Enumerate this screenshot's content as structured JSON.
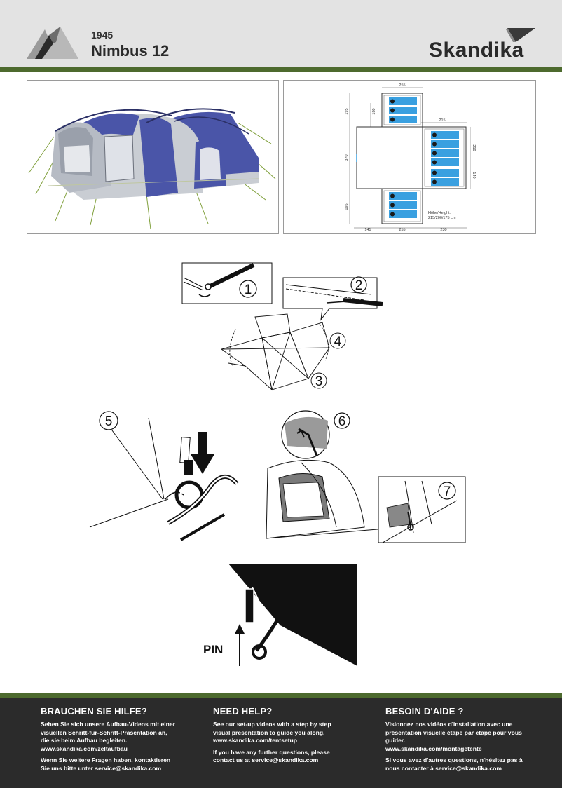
{
  "header": {
    "code": "1945",
    "title": "Nimbus 12",
    "brand": "Skandika"
  },
  "floorplan": {
    "dims": {
      "top_width": "255",
      "left_h_top": "195",
      "inner_h": "180",
      "mid_h": "370",
      "left_h_bottom": "195",
      "right_wing_w": "215",
      "right_h_top": "210",
      "right_h_bottom": "140",
      "bottom_1": "145",
      "bottom_2": "255",
      "bottom_3": "230"
    },
    "height_label": "Höhe/Height:",
    "height_value": "215/200/175 cm"
  },
  "steps": {
    "s1": "1",
    "s2": "2",
    "s3": "3",
    "s4": "4",
    "s5": "5",
    "s6": "6",
    "s7": "7",
    "pin": "PIN"
  },
  "footer": {
    "de": {
      "heading": "BRAUCHEN SIE HILFE?",
      "line1": "Sehen Sie sich unsere Aufbau-Videos mit einer",
      "line2": "visuellen Schritt-für-Schritt-Präsentation an,",
      "line3": "die sie beim Aufbau begleiten.",
      "url": "www.skandika.com/zeltaufbau",
      "q1": "Wenn Sie weitere Fragen haben, kontaktieren",
      "q2": "Sie uns bitte unter service@skandika.com"
    },
    "en": {
      "heading": "NEED HELP?",
      "line1": "See our set-up videos with a step by step",
      "line2": "visual presentation to guide you along.",
      "url": "www.skandika.com/tentsetup",
      "q1": "If you have any further questions, please",
      "q2": "contact us at service@skandika.com"
    },
    "fr": {
      "heading": "BESOIN D'AIDE ?",
      "line1": "Visionnez nos vidéos d'installation avec une",
      "line2": "présentation visuelle étape par étape pour vous",
      "line3": "guider.",
      "url": "www.skandika.com/montagetente",
      "q1": "Si vous avez d'autres questions, n'hésitez pas à",
      "q2": "nous contacter à service@skandika.com"
    }
  },
  "colors": {
    "header_bg": "#e3e3e3",
    "accent_green": "#4d6a2e",
    "footer_bg": "#2b2b2b",
    "tent_blue": "#4a55a8",
    "tent_grey": "#c9cdd3",
    "bed_blue": "#3aa0e0"
  },
  "icons": {
    "logo": "mountain-logo-icon",
    "brand_mark": "skandika-flag-icon"
  }
}
